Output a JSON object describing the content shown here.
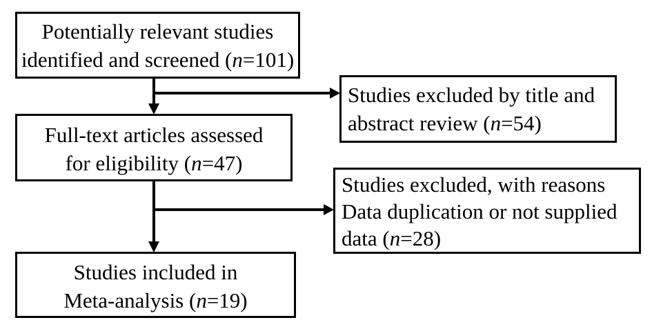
{
  "figure": {
    "type": "flowchart",
    "background_color": "#ffffff",
    "line_color": "#000000",
    "boxes": [
      {
        "id": "identified-screened",
        "count": 101,
        "lines": [
          [
            {
              "t": "Potentially relevant studies"
            }
          ],
          [
            {
              "t": "identified and screened ("
            },
            {
              "t": "n",
              "i": true
            },
            {
              "t": "=101)"
            }
          ]
        ]
      },
      {
        "id": "excluded-title-abstract",
        "count": 54,
        "lines": [
          [
            {
              "t": "Studies excluded by title and"
            }
          ],
          [
            {
              "t": "abstract review ("
            },
            {
              "t": "n",
              "i": true
            },
            {
              "t": "=54)"
            }
          ]
        ]
      },
      {
        "id": "fulltext-assessed",
        "count": 47,
        "lines": [
          [
            {
              "t": "Full-text articles assessed"
            }
          ],
          [
            {
              "t": "for eligibility ("
            },
            {
              "t": "n",
              "i": true
            },
            {
              "t": "=47)"
            }
          ]
        ]
      },
      {
        "id": "excluded-with-reasons",
        "count": 28,
        "lines": [
          [
            {
              "t": "Studies excluded, with reasons"
            }
          ],
          [
            {
              "t": "Data duplication or not supplied"
            }
          ],
          [
            {
              "t": "data ("
            },
            {
              "t": "n",
              "i": true
            },
            {
              "t": "=28)"
            }
          ]
        ]
      },
      {
        "id": "included-meta-analysis",
        "count": 19,
        "lines": [
          [
            {
              "t": "Studies included in"
            }
          ],
          [
            {
              "t": "Meta-analysis ("
            },
            {
              "t": "n",
              "i": true
            },
            {
              "t": "=19)"
            }
          ]
        ]
      }
    ],
    "arrows": [
      {
        "from": "identified-screened",
        "to": "fulltext-assessed",
        "direction": "down"
      },
      {
        "from": "identified-screened",
        "to": "excluded-title-abstract",
        "direction": "right"
      },
      {
        "from": "fulltext-assessed",
        "to": "included-meta-analysis",
        "direction": "down"
      },
      {
        "from": "fulltext-assessed",
        "to": "excluded-with-reasons",
        "direction": "right"
      }
    ]
  }
}
